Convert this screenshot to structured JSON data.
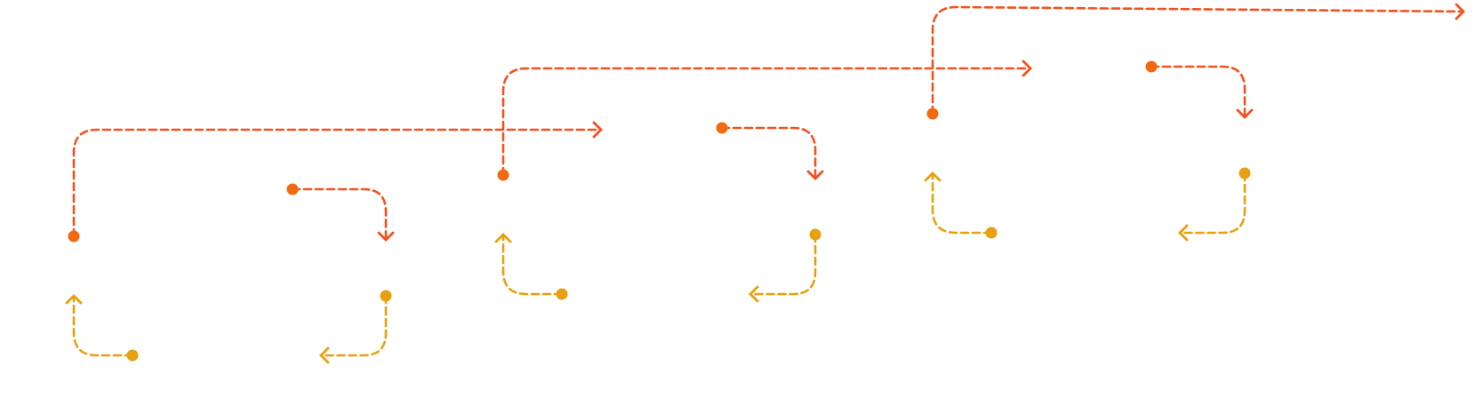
{
  "colors": {
    "primary": "#f4511e",
    "primary_dot": "#f26a10",
    "secondary": "#e9a00c",
    "secondary_dot": "#e6a010",
    "background": "#ffffff"
  },
  "groups": [
    {
      "id": "group-1",
      "long_connector": {
        "color": "primary",
        "arrow_icon": "chevron-right-icon"
      },
      "small_connectors": [
        {
          "color": "primary",
          "arrow_icon": "chevron-down-icon"
        },
        {
          "color": "secondary",
          "arrow_icon": "chevron-left-icon"
        },
        {
          "color": "secondary",
          "arrow_icon": "chevron-up-icon"
        }
      ]
    },
    {
      "id": "group-2",
      "long_connector": {
        "color": "primary",
        "arrow_icon": "chevron-right-icon"
      },
      "small_connectors": [
        {
          "color": "primary",
          "arrow_icon": "chevron-down-icon"
        },
        {
          "color": "secondary",
          "arrow_icon": "chevron-left-icon"
        },
        {
          "color": "secondary",
          "arrow_icon": "chevron-up-icon"
        }
      ]
    },
    {
      "id": "group-3",
      "long_connector": {
        "color": "primary",
        "arrow_icon": "chevron-right-icon"
      },
      "small_connectors": [
        {
          "color": "primary",
          "arrow_icon": "chevron-down-icon"
        },
        {
          "color": "secondary",
          "arrow_icon": "chevron-left-icon"
        },
        {
          "color": "secondary",
          "arrow_icon": "chevron-up-icon"
        }
      ]
    }
  ]
}
